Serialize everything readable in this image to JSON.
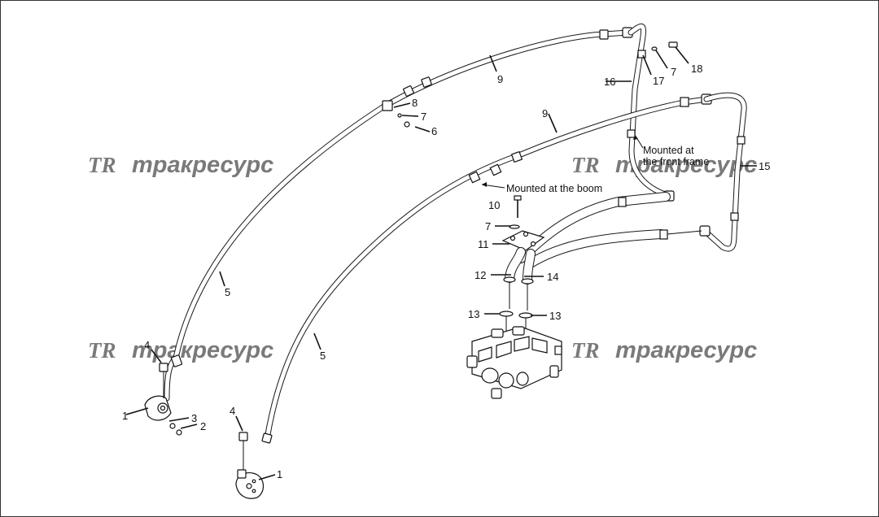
{
  "watermark": {
    "logo": "TR",
    "brand": "тракресурс"
  },
  "notes": {
    "boom": "Mounted at the  boom",
    "frame_line1": "Mounted at",
    "frame_line2": "the  front  frame"
  },
  "labels": {
    "p1a": "1",
    "p1b": "1",
    "p2": "2",
    "p3": "3",
    "p4a": "4",
    "p4b": "4",
    "p5a": "5",
    "p5b": "5",
    "p6": "6",
    "p7a": "7",
    "p7b": "7",
    "p7c": "7",
    "p8": "8",
    "p9a": "9",
    "p9b": "9",
    "p10": "10",
    "p11": "11",
    "p12": "12",
    "p13a": "13",
    "p13b": "13",
    "p14": "14",
    "p15": "15",
    "p16": "16",
    "p17": "17",
    "p18": "18"
  }
}
